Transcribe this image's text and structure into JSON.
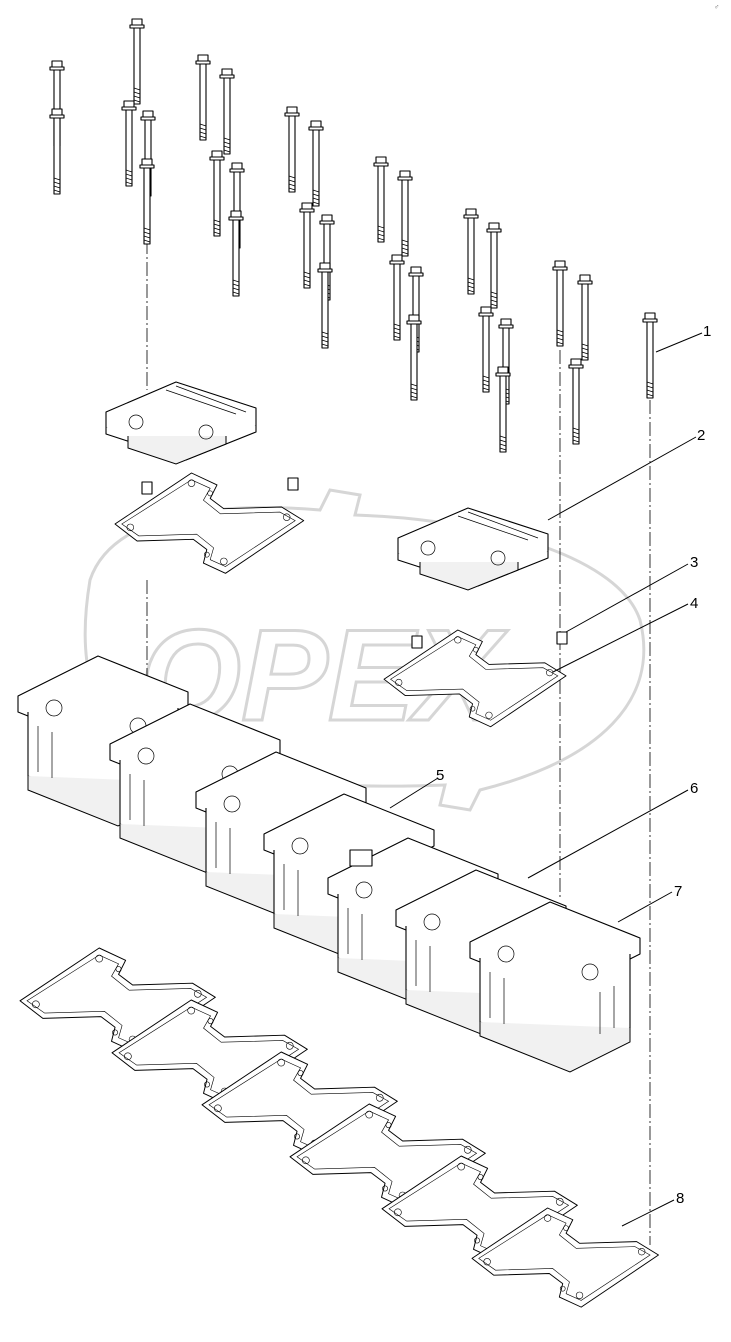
{
  "diagram": {
    "watermark": "OPEX",
    "corner_mark": "♂",
    "callouts": [
      {
        "id": "1",
        "label": "1"
      },
      {
        "id": "2",
        "label": "2"
      },
      {
        "id": "3",
        "label": "3"
      },
      {
        "id": "4",
        "label": "4"
      },
      {
        "id": "5",
        "label": "5"
      },
      {
        "id": "6",
        "label": "6"
      },
      {
        "id": "7",
        "label": "7"
      },
      {
        "id": "8",
        "label": "8"
      }
    ]
  }
}
